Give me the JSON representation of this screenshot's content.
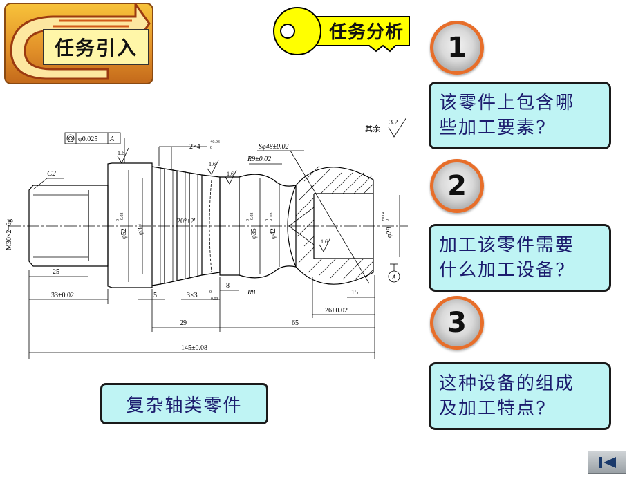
{
  "intro": {
    "label": "任务引入"
  },
  "title": {
    "text": "任务分析"
  },
  "steps": [
    {
      "number": "1",
      "question_lines": [
        "该零件上包含哪",
        "些加工要素?"
      ]
    },
    {
      "number": "2",
      "question_lines": [
        "加工该零件需要",
        "什么加工设备?"
      ]
    },
    {
      "number": "3",
      "question_lines": [
        "这种设备的组成",
        "及加工特点?"
      ]
    }
  ],
  "caption": "复杂轴类零件",
  "drawing": {
    "roughness_other": "其余",
    "roughness_other_value": "3.2",
    "geo_tolerance": "φ0.025",
    "datum": "A",
    "chamfer": "C2",
    "thread": "M30×2−6g",
    "groove": "2×4",
    "groove_tol": "+0.03",
    "groove_tol_low": "0",
    "sphere": "Sφ48±0.02",
    "radius_r9": "R9±0.02",
    "angle": "20°±2′",
    "dia_52": "φ52",
    "dia_52_tol": "-0.03",
    "dia_39": "φ39",
    "dia_35": "φ35",
    "dia_35_tol": "-0.03",
    "dia_42": "φ42",
    "dia_42_tol": "-0.03",
    "dia_28": "φ28",
    "dia_28_tol": "+0.04",
    "tol_zero": "0",
    "roughness_16": "1.6",
    "len_25": "25",
    "len_33": "33±0.02",
    "len_5": "5",
    "len_3x3": "3×3",
    "len_3x3_tol": "-0.03",
    "len_8": "8",
    "radius_r8": "R8",
    "len_15": "15",
    "len_26": "26±0.02",
    "len_29": "29",
    "len_65": "65",
    "len_145": "145±0.08"
  }
}
